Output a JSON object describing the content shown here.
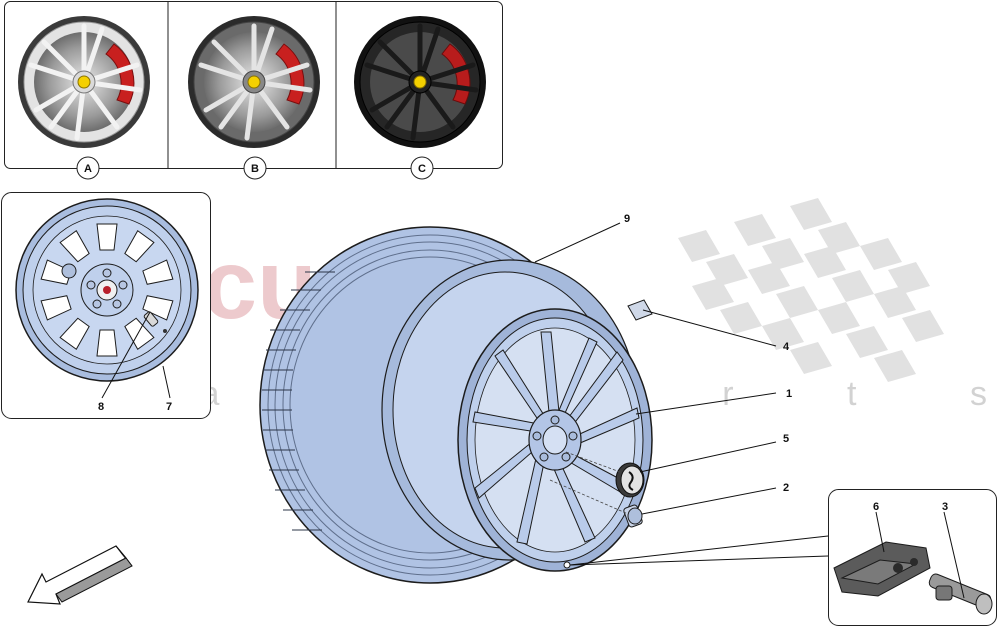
{
  "watermark": {
    "brand": "scuderia",
    "sub": "c a r p a r t s"
  },
  "colors": {
    "part_fill": "#bfd0ec",
    "outline": "#1c1c1c",
    "watermark_red": "#e8b9bd",
    "checker": "#d9d9d9"
  },
  "variants": [
    {
      "label": "A",
      "finish": "silver"
    },
    {
      "label": "B",
      "finish": "dark-grey"
    },
    {
      "label": "C",
      "finish": "black"
    }
  ],
  "callouts": [
    "1",
    "2",
    "3",
    "4",
    "5",
    "6",
    "7",
    "8",
    "9"
  ],
  "orientation_arrow": "arrow-down-left-icon"
}
